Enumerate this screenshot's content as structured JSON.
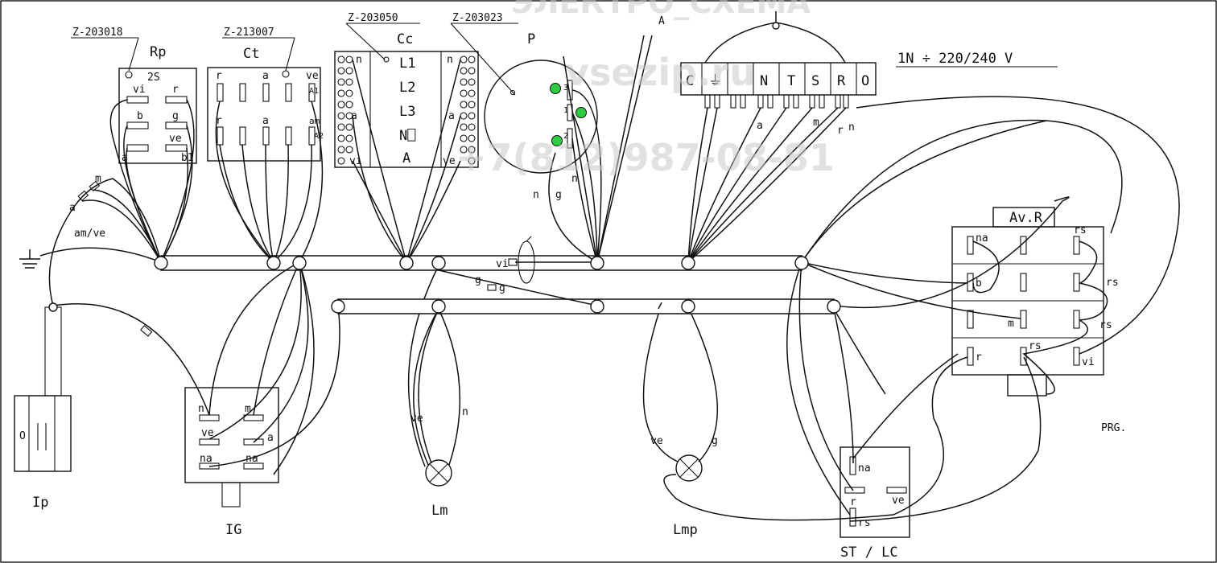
{
  "header": {
    "top_text": "ЭЛЕКТРО_СХЕМА",
    "power": "1N ÷ 220/240 V"
  },
  "watermark": {
    "site": "vsezip.ru",
    "phone": "+7(812)987-08-81"
  },
  "components": {
    "rp": {
      "code": "Z-203018",
      "name": "Rp",
      "sub": "2S",
      "pins": [
        "vi",
        "r",
        "b",
        "g",
        "a",
        "ve",
        "b1"
      ]
    },
    "ct": {
      "code": "Z-213007",
      "name": "Ct",
      "pins": [
        "r",
        "a",
        "ve",
        "A1",
        "r",
        "a",
        "am",
        "A2"
      ]
    },
    "cc": {
      "code": "Z-203050",
      "name": "Cc",
      "rows": [
        "L1",
        "L2",
        "L3",
        "N⎕",
        "A"
      ],
      "left_pins": [
        "n",
        "a",
        "vi"
      ],
      "right_pins": [
        "n",
        "a",
        "ve"
      ]
    },
    "p": {
      "code": "Z-203023",
      "name": "P",
      "pins": [
        "3",
        "1",
        "2"
      ]
    },
    "terminal": {
      "cells": [
        "C",
        "⏚",
        "N",
        "T",
        "S",
        "R",
        "O"
      ]
    },
    "avr": {
      "name": "Av.R",
      "label": "PRG.",
      "pins": [
        "na",
        "rs",
        "b",
        "rs",
        "m",
        "rs",
        "r",
        "rs",
        "vi"
      ]
    },
    "ip": {
      "name": "Ip",
      "mark": "O"
    },
    "ig": {
      "name": "IG",
      "pins": [
        "n",
        "m",
        "ve",
        "a",
        "na",
        "na"
      ]
    },
    "lm": {
      "name": "Lm",
      "wires": [
        "ve",
        "n"
      ]
    },
    "lmp": {
      "name": "Lmp",
      "wires": [
        "ve",
        "g"
      ]
    },
    "st": {
      "name": "ST / LC",
      "pins": [
        "na",
        "r",
        "ve",
        "rs"
      ]
    }
  },
  "wires": {
    "am_ve": "am/ve",
    "a": "a",
    "m": "m",
    "vi": "vi",
    "g1": "g",
    "g2": "g",
    "n1": "n",
    "g3": "g",
    "n2": "n",
    "a2": "a",
    "m2": "m",
    "r2": "r",
    "n3": "n",
    "A": "A"
  }
}
